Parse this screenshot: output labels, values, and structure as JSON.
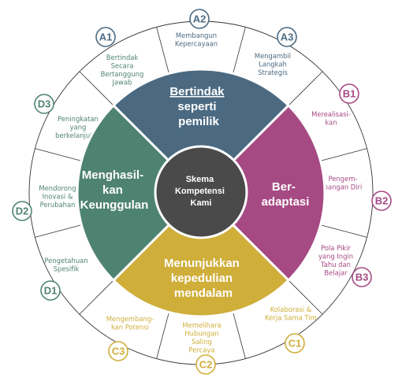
{
  "colors": {
    "A": "#4b6a82",
    "B": "#a64a84",
    "C": "#cfae3a",
    "D": "#4f8371",
    "center": "#4a4a4a",
    "ring": "#ffffff",
    "line": "#333333"
  },
  "center": {
    "lines": [
      "Skema",
      "Kompetensi",
      "Kami"
    ]
  },
  "quadrants": {
    "A": {
      "lines": [
        "Bertindak",
        "seperti",
        "pemilik"
      ]
    },
    "B": {
      "lines": [
        "Ber-",
        "adaptasi"
      ]
    },
    "C": {
      "lines": [
        "Menunjukkan",
        "kepedulian",
        "mendalam"
      ]
    },
    "D": {
      "lines": [
        "Menghasil-",
        "kan",
        "Keunggulan"
      ]
    }
  },
  "items": {
    "A1": {
      "code": "A1",
      "lines": [
        "Bertindak",
        "Secara",
        "Bertanggung",
        "Jawab"
      ]
    },
    "A2": {
      "code": "A2",
      "lines": [
        "Membangun",
        "Kepercayaan"
      ]
    },
    "A3": {
      "code": "A3",
      "lines": [
        "Mengambil",
        "Langkah",
        "Strategis"
      ]
    },
    "B1": {
      "code": "B1",
      "lines": [
        "Merealisasi-",
        "kan"
      ]
    },
    "B2": {
      "code": "B2",
      "lines": [
        "Pengem-",
        "bangan Diri"
      ]
    },
    "B3": {
      "code": "B3",
      "lines": [
        "Pola Pikir",
        "yang Ingin",
        "Tahu dan",
        "Belajar"
      ]
    },
    "C1": {
      "code": "C1",
      "lines": [
        "Kolaborasi &",
        "Kerja Sama Tim"
      ]
    },
    "C2": {
      "code": "C2",
      "lines": [
        "Memelihara",
        "Hubungan",
        "Saling",
        "Percaya"
      ]
    },
    "C3": {
      "code": "C3",
      "lines": [
        "Mengembang-",
        "kan Potensi"
      ]
    },
    "D1": {
      "code": "D1",
      "lines": [
        "Pengetahuan",
        "Spesifik"
      ]
    },
    "D2": {
      "code": "D2",
      "lines": [
        "Mendorong",
        "Inovasi &",
        "Perubahan"
      ]
    },
    "D3": {
      "code": "D3",
      "lines": [
        "Peningkatan",
        "yang",
        "berkelanjutan"
      ]
    }
  }
}
